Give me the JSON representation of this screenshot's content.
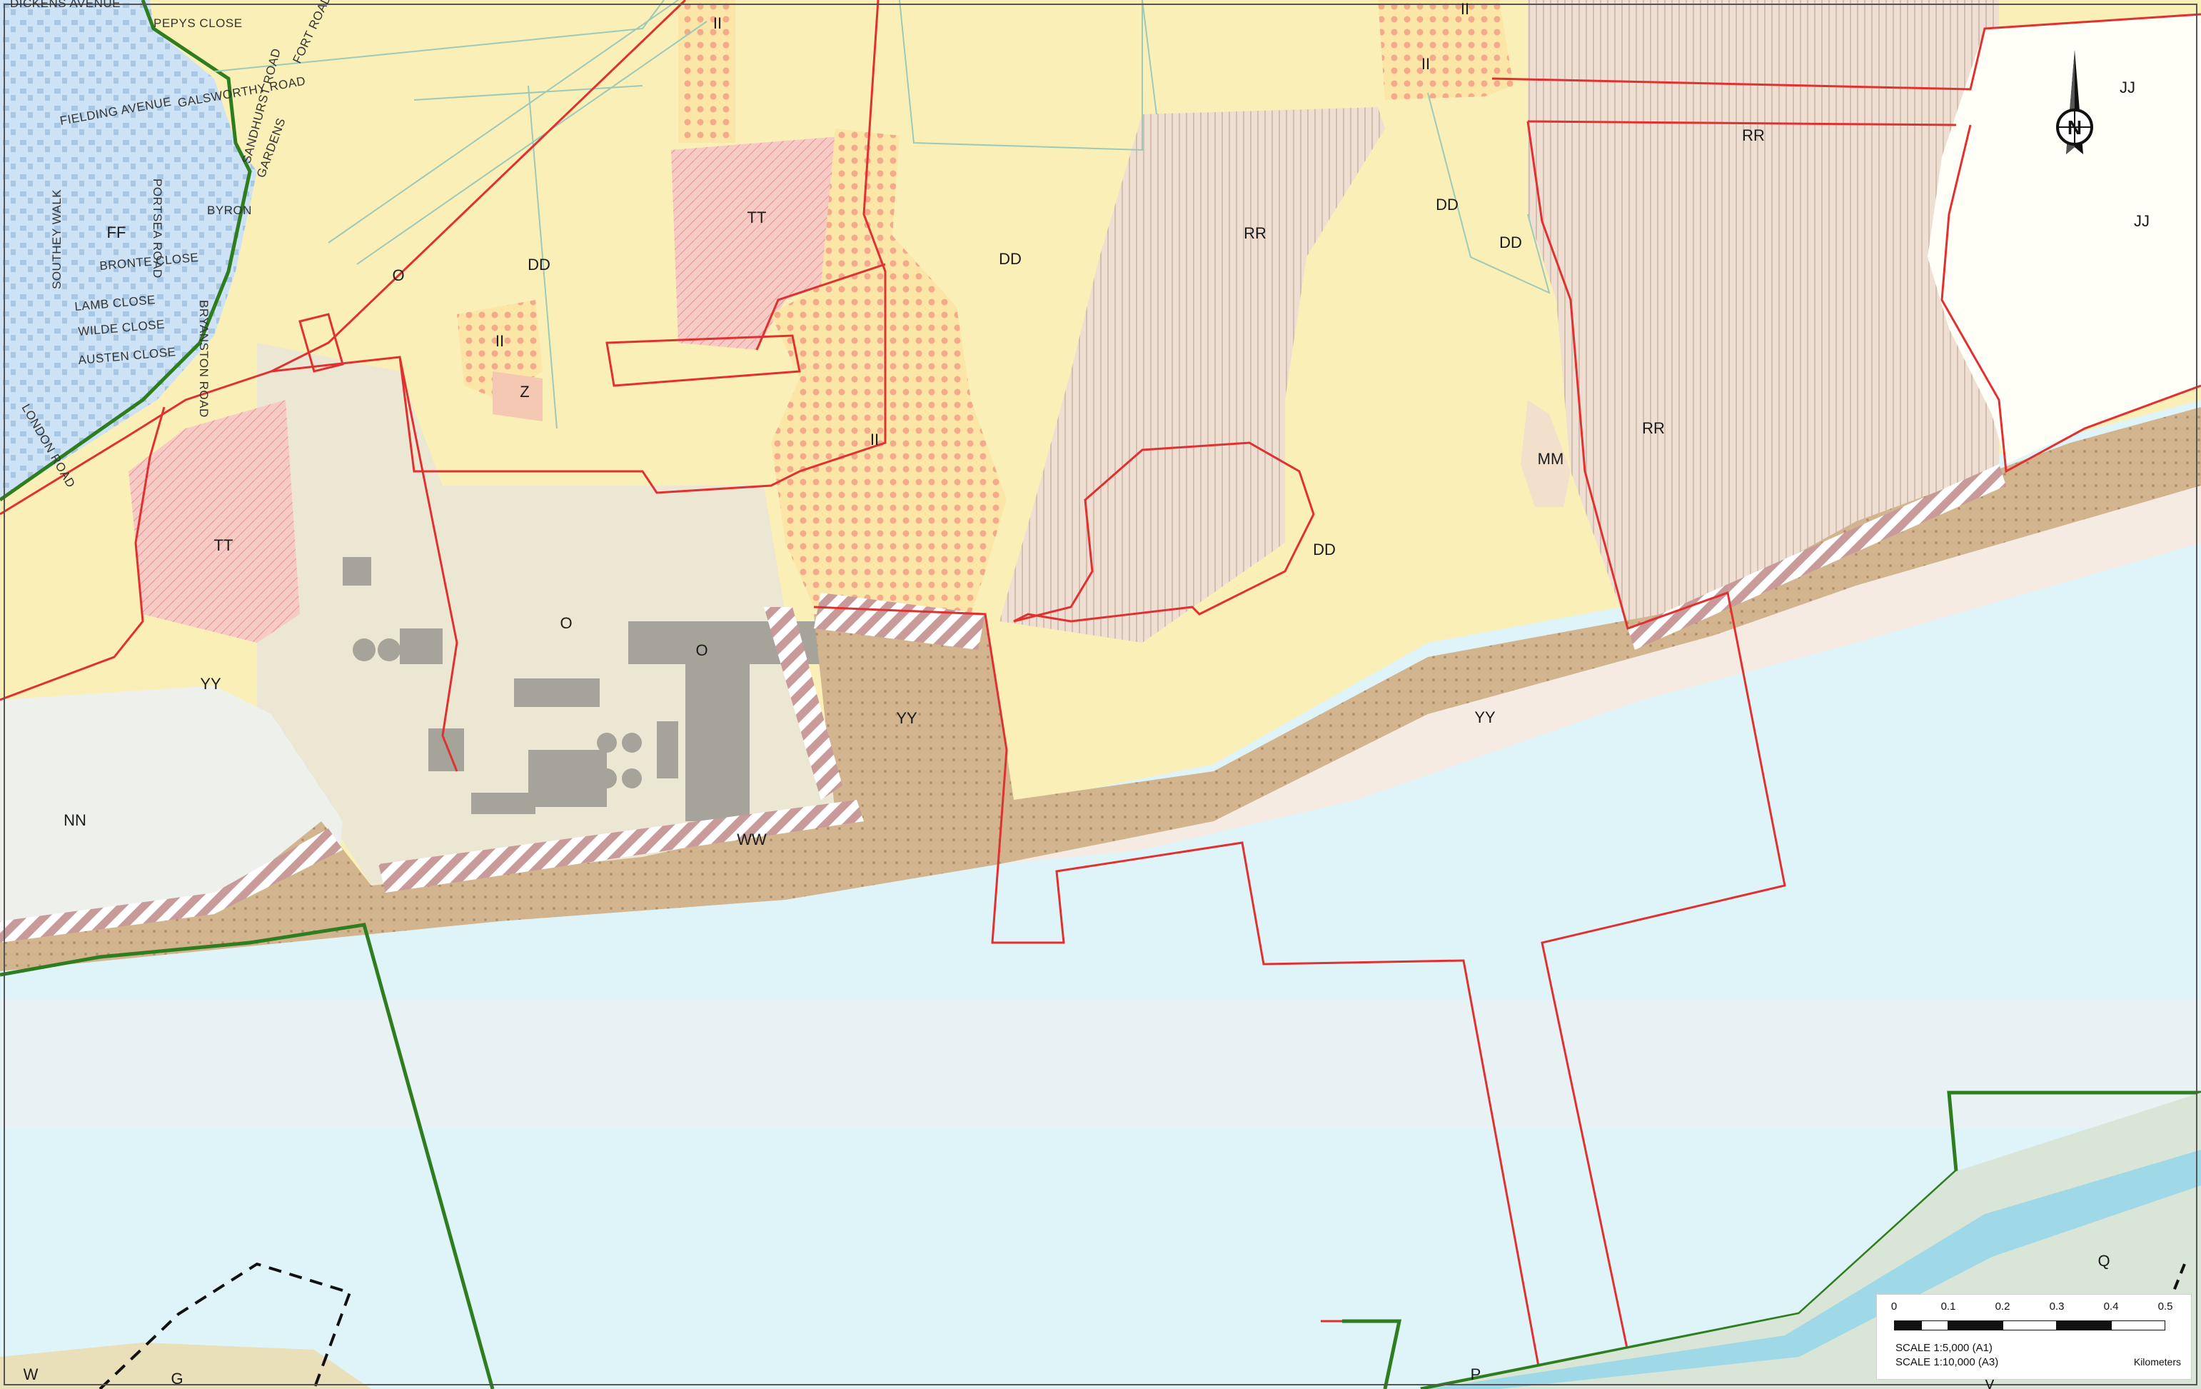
{
  "map": {
    "zone_labels": [
      {
        "id": "ff",
        "text": "FF"
      },
      {
        "id": "o-1",
        "text": "O"
      },
      {
        "id": "dd-1",
        "text": "DD"
      },
      {
        "id": "ii-1",
        "text": "II"
      },
      {
        "id": "tt-1",
        "text": "TT"
      },
      {
        "id": "dd-2",
        "text": "DD"
      },
      {
        "id": "rr-1",
        "text": "RR"
      },
      {
        "id": "dd-3",
        "text": "DD"
      },
      {
        "id": "dd-4",
        "text": "DD"
      },
      {
        "id": "ii-2",
        "text": "II"
      },
      {
        "id": "ii-3",
        "text": "II"
      },
      {
        "id": "rr-2",
        "text": "RR"
      },
      {
        "id": "jj-1",
        "text": "JJ"
      },
      {
        "id": "jj-2",
        "text": "JJ"
      },
      {
        "id": "ii-4",
        "text": "II"
      },
      {
        "id": "z",
        "text": "Z"
      },
      {
        "id": "ii-5",
        "text": "II"
      },
      {
        "id": "mm",
        "text": "MM"
      },
      {
        "id": "rr-3",
        "text": "RR"
      },
      {
        "id": "tt-2",
        "text": "TT"
      },
      {
        "id": "o-2",
        "text": "O"
      },
      {
        "id": "o-3",
        "text": "O"
      },
      {
        "id": "dd-5",
        "text": "DD"
      },
      {
        "id": "yy-1",
        "text": "YY"
      },
      {
        "id": "yy-2",
        "text": "YY"
      },
      {
        "id": "yy-3",
        "text": "YY"
      },
      {
        "id": "nn",
        "text": "NN"
      },
      {
        "id": "ww",
        "text": "WW"
      },
      {
        "id": "q",
        "text": "Q"
      },
      {
        "id": "w",
        "text": "W"
      },
      {
        "id": "g",
        "text": "G"
      },
      {
        "id": "p",
        "text": "P"
      },
      {
        "id": "v",
        "text": "V"
      }
    ],
    "road_labels": [
      {
        "id": "dickens",
        "text": "DICKENS AVENUE"
      },
      {
        "id": "pepys",
        "text": "PEPYS CLOSE"
      },
      {
        "id": "fielding",
        "text": "FIELDING AVENUE"
      },
      {
        "id": "galsworthy",
        "text": "GALSWORTHY ROAD"
      },
      {
        "id": "portsea",
        "text": "PORTSEA ROAD"
      },
      {
        "id": "sandhurst",
        "text": "SANDHURST ROAD"
      },
      {
        "id": "gardens",
        "text": "GARDENS"
      },
      {
        "id": "byron",
        "text": "BYRON"
      },
      {
        "id": "southey",
        "text": "SOUTHEY WALK"
      },
      {
        "id": "bronte",
        "text": "BRONTE CLOSE"
      },
      {
        "id": "bryanston",
        "text": "BRYANSTON ROAD"
      },
      {
        "id": "lamb",
        "text": "LAMB CLOSE"
      },
      {
        "id": "wilde",
        "text": "WILDE CLOSE"
      },
      {
        "id": "austen",
        "text": "AUSTEN CLOSE"
      },
      {
        "id": "london",
        "text": "LONDON ROAD"
      },
      {
        "id": "fort",
        "text": "FORT ROAD"
      }
    ],
    "north_letter": "N",
    "colors": {
      "water": "#dff4f8",
      "farmland": "#fbefb8",
      "industrial": "#ece7d2",
      "urban": "#cfe3f3",
      "foreshore": "#c9ab86",
      "red_boundary": "#e03131",
      "green_boundary": "#2e7d1f",
      "pink_hatch": "#f2c3c0",
      "rr_hatch": "#e8d7c8"
    }
  },
  "scale_bar": {
    "ticks": [
      "0",
      "0.1",
      "0.2",
      "0.3",
      "0.4",
      "0.5"
    ],
    "line_a1": "SCALE 1:5,000 (A1)",
    "line_a3": "SCALE 1:10,000 (A3)",
    "unit": "Kilometers"
  }
}
